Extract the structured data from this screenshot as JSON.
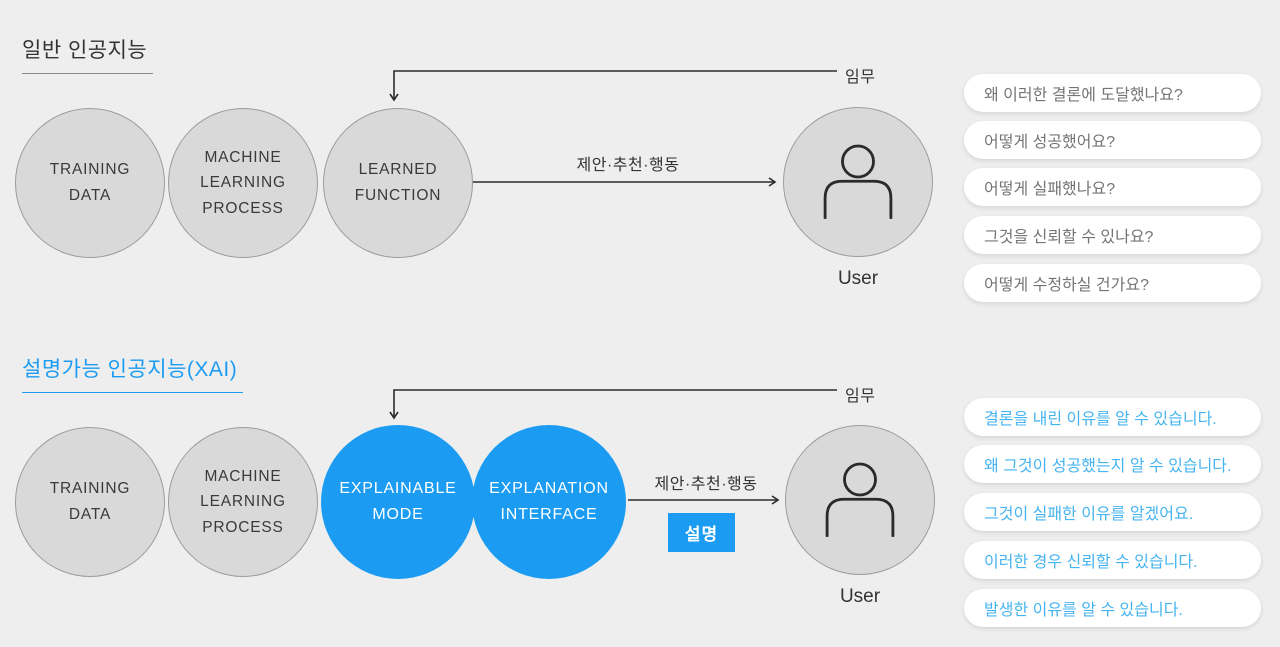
{
  "colors": {
    "background": "#eeeeee",
    "accent_blue": "#1b9cf2",
    "bubble_blue_text": "#45b4ef",
    "circle_gray": "#d9d9d9",
    "line_dark": "#2b2b2b"
  },
  "general": {
    "title": "일반 인공지능",
    "circles": [
      "TRAINING DATA",
      "MACHINE LEARNING PROCESS",
      "LEARNED FUNCTION"
    ],
    "task_label": "임무",
    "flow_label": "제안·추천·행동",
    "user_label": "User",
    "questions": [
      "왜 이러한 결론에 도달했나요?",
      "어떻게 성공했어요?",
      "어떻게 실패했나요?",
      "그것을 신뢰할 수 있나요?",
      "어떻게 수정하실 건가요?"
    ]
  },
  "xai": {
    "title": "설명가능 인공지능(XAI)",
    "circles": [
      "TRAINING DATA",
      "MACHINE LEARNING PROCESS",
      "EXPLAINABLE MODE",
      "EXPLANATION INTERFACE"
    ],
    "task_label": "임무",
    "flow_label": "제안·추천·행동",
    "explanation_badge": "설명",
    "user_label": "User",
    "answers": [
      "결론을 내린 이유를 알 수 있습니다.",
      "왜 그것이 성공했는지 알 수 있습니다.",
      "그것이 실패한 이유를 알겠어요.",
      "이러한 경우 신뢰할 수 있습니다.",
      "발생한 이유를 알 수 있습니다."
    ]
  }
}
